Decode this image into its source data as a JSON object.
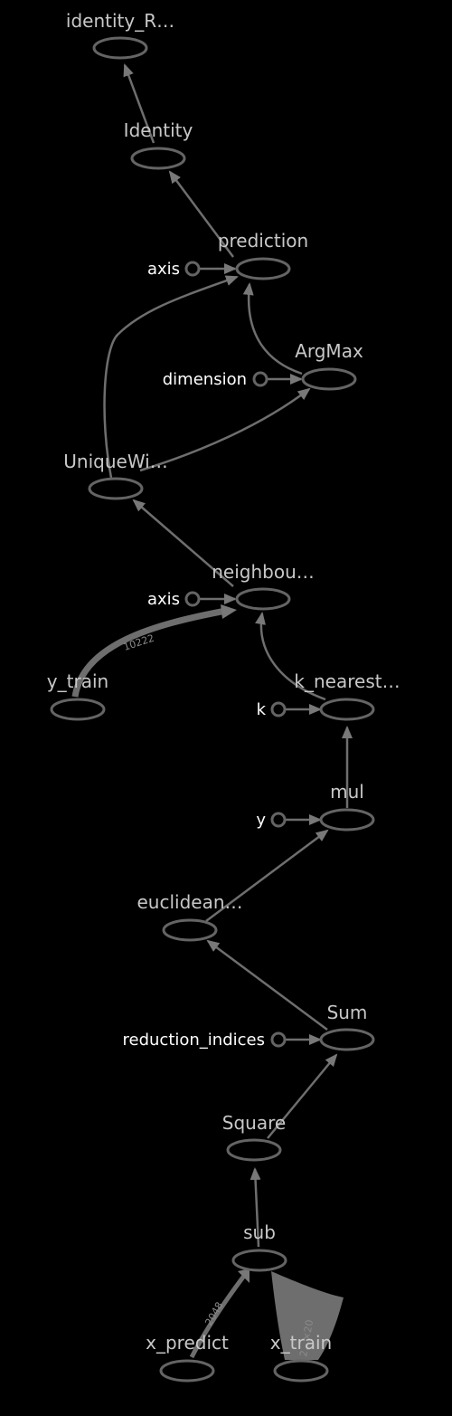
{
  "nodes": {
    "identity_r": "identity_R…",
    "identity": "Identity",
    "prediction": "prediction",
    "argmax": "ArgMax",
    "uniquewi": "UniqueWi…",
    "neighbou": "neighbou…",
    "y_train": "y_train",
    "k_nearest": "k_nearest…",
    "mul": "mul",
    "euclidean": "euclidean…",
    "sum": "Sum",
    "square": "Square",
    "sub": "sub",
    "x_predict": "x_predict",
    "x_train": "x_train"
  },
  "constants": {
    "prediction_axis": "axis",
    "argmax_dimension": "dimension",
    "neighbou_axis": "axis",
    "k_nearest_k": "k",
    "mul_y": "y",
    "sum_reduction": "reduction_indices"
  },
  "edge_labels": {
    "y_train_to_neighbou": "10222",
    "x_predict_to_sub": "2048",
    "x_train_to_sub": "2…×20"
  },
  "colors": {
    "background": "#000000",
    "node_stroke": "#646464",
    "edge": "#787878",
    "node_text": "#c8c8c8",
    "const_text": "#ffffff"
  }
}
